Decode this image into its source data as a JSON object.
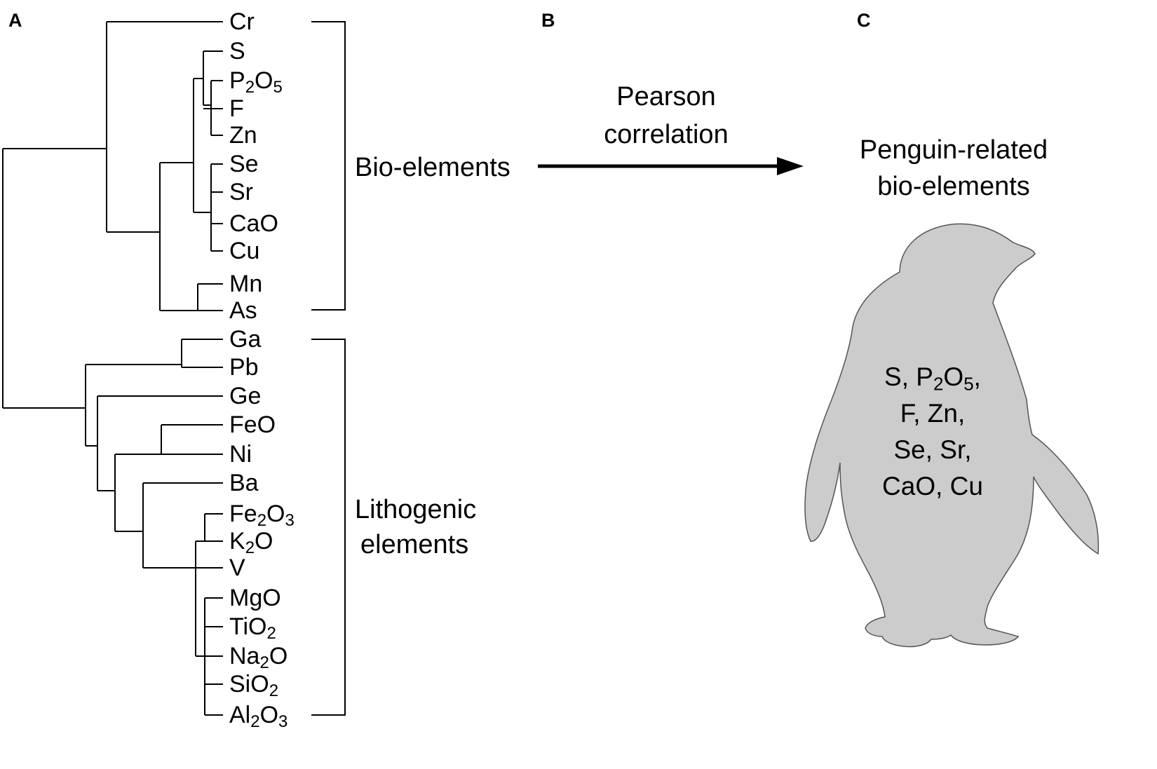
{
  "panels": {
    "a": "A",
    "b": "B",
    "c": "C"
  },
  "dendrogram_leaves": [
    {
      "main": "Cr"
    },
    {
      "main": "S"
    },
    {
      "main": "P",
      "sub": "2",
      "main2": "O",
      "sub2": "5"
    },
    {
      "main": "F"
    },
    {
      "main": "Zn"
    },
    {
      "main": "Se"
    },
    {
      "main": "Sr"
    },
    {
      "main": "CaO"
    },
    {
      "main": "Cu"
    },
    {
      "main": "Mn"
    },
    {
      "main": "As"
    },
    {
      "main": "Ga"
    },
    {
      "main": "Pb"
    },
    {
      "main": "Ge"
    },
    {
      "main": "FeO"
    },
    {
      "main": "Ni"
    },
    {
      "main": "Ba"
    },
    {
      "main": "Fe",
      "sub": "2",
      "main2": "O",
      "sub2": "3"
    },
    {
      "main": "K",
      "sub": "2",
      "main2": "O"
    },
    {
      "main": "V"
    },
    {
      "main": "MgO"
    },
    {
      "main": "TiO",
      "sub": "2"
    },
    {
      "main": "Na",
      "sub": "2",
      "main2": "O"
    },
    {
      "main": "SiO",
      "sub": "2"
    },
    {
      "main": "Al",
      "sub": "2",
      "main2": "O",
      "sub2": "3"
    }
  ],
  "groups": {
    "bio": "Bio-elements",
    "litho_line1": "Lithogenic",
    "litho_line2": "elements"
  },
  "arrow_label": {
    "line1": "Pearson",
    "line2": "correlation"
  },
  "penguin": {
    "title_line1": "Penguin-related",
    "title_line2": "bio-elements",
    "fill_color": "#cccccc",
    "list_lines": [
      [
        {
          "t": "S, P"
        },
        {
          "s": "2"
        },
        {
          "t": "O"
        },
        {
          "s": "5"
        },
        {
          "t": ","
        }
      ],
      [
        {
          "t": "F, Zn,"
        }
      ],
      [
        {
          "t": "Se, Sr,"
        }
      ],
      [
        {
          "t": "CaO, Cu"
        }
      ]
    ]
  }
}
